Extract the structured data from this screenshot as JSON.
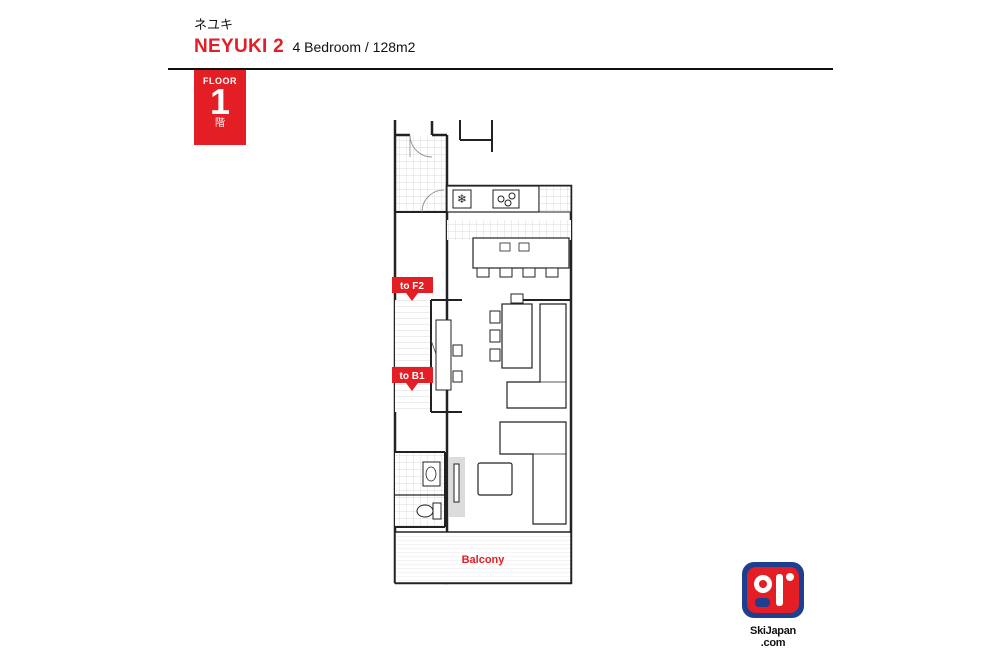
{
  "header": {
    "jp_title": "ネユキ",
    "title": "NEYUKI 2",
    "subtitle": "4 Bedroom / 128m2"
  },
  "floor_badge": {
    "label": "FLOOR",
    "number": "1",
    "kanji": "階"
  },
  "plan": {
    "stair_up_label": "to F2",
    "stair_down_label": "to B1",
    "balcony_label": "Balcony",
    "accent_color": "#e31e24",
    "line_color": "#222222",
    "tile_color": "#cfcfcf"
  },
  "logo": {
    "brand_line1": "SkiJapan",
    "brand_line2": ".com",
    "colors": [
      "#e31e24",
      "#1e3f8f"
    ]
  }
}
